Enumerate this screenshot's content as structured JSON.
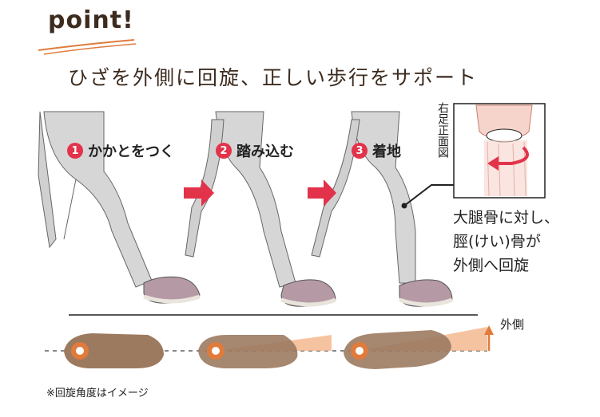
{
  "header": {
    "point_label": "point!",
    "headline": "ひざを外側に回旋、正しい歩行をサポート"
  },
  "steps": [
    {
      "number": "1",
      "label": "かかとをつく"
    },
    {
      "number": "2",
      "label": "踏み込む"
    },
    {
      "number": "3",
      "label": "着地"
    }
  ],
  "inset": {
    "side_label": "右足正面図",
    "description_lines": [
      "大腿骨に対し、",
      "脛(けい)骨が",
      "外側へ回旋"
    ]
  },
  "sole": {
    "outer_label": "外側"
  },
  "footnote": "※回旋角度はイメージ",
  "colors": {
    "accent_orange": "#e07b3c",
    "step_red": "#e2334b",
    "legging_gray": "#d4d4d4",
    "shoe_mauve": "#b59aa5",
    "sole_brown": "#9c7a60",
    "knee_pink": "#f6d4cc"
  }
}
